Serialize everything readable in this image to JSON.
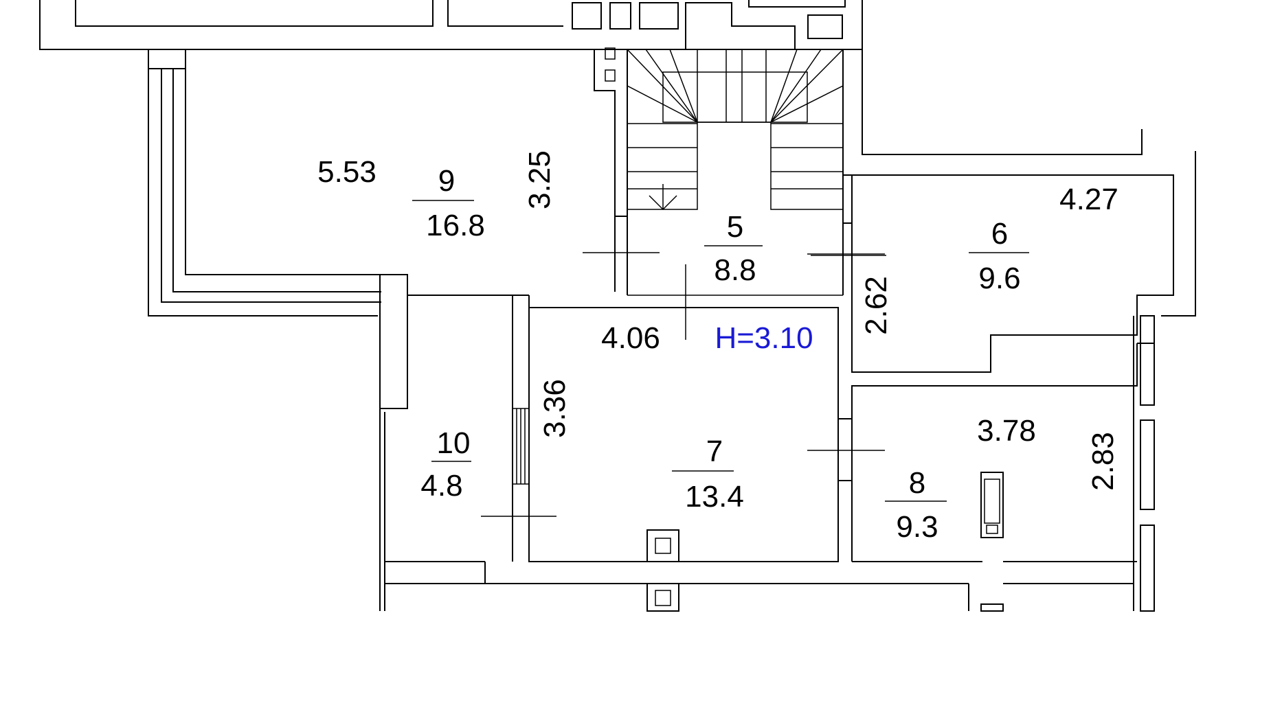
{
  "floor_plan": {
    "height_label": "H=3.10",
    "rooms": [
      {
        "id": "9",
        "number": "9",
        "area": "16.8",
        "length": "5.53",
        "width": "3.25"
      },
      {
        "id": "5",
        "number": "5",
        "area": "8.8"
      },
      {
        "id": "6",
        "number": "6",
        "area": "9.6",
        "length": "4.27",
        "width": "2.62"
      },
      {
        "id": "7",
        "number": "7",
        "area": "13.4",
        "length": "4.06",
        "width": "3.36"
      },
      {
        "id": "8",
        "number": "8",
        "area": "9.3",
        "length": "3.78",
        "width": "2.83"
      },
      {
        "id": "10",
        "number": "10",
        "area": "4.8"
      }
    ]
  }
}
